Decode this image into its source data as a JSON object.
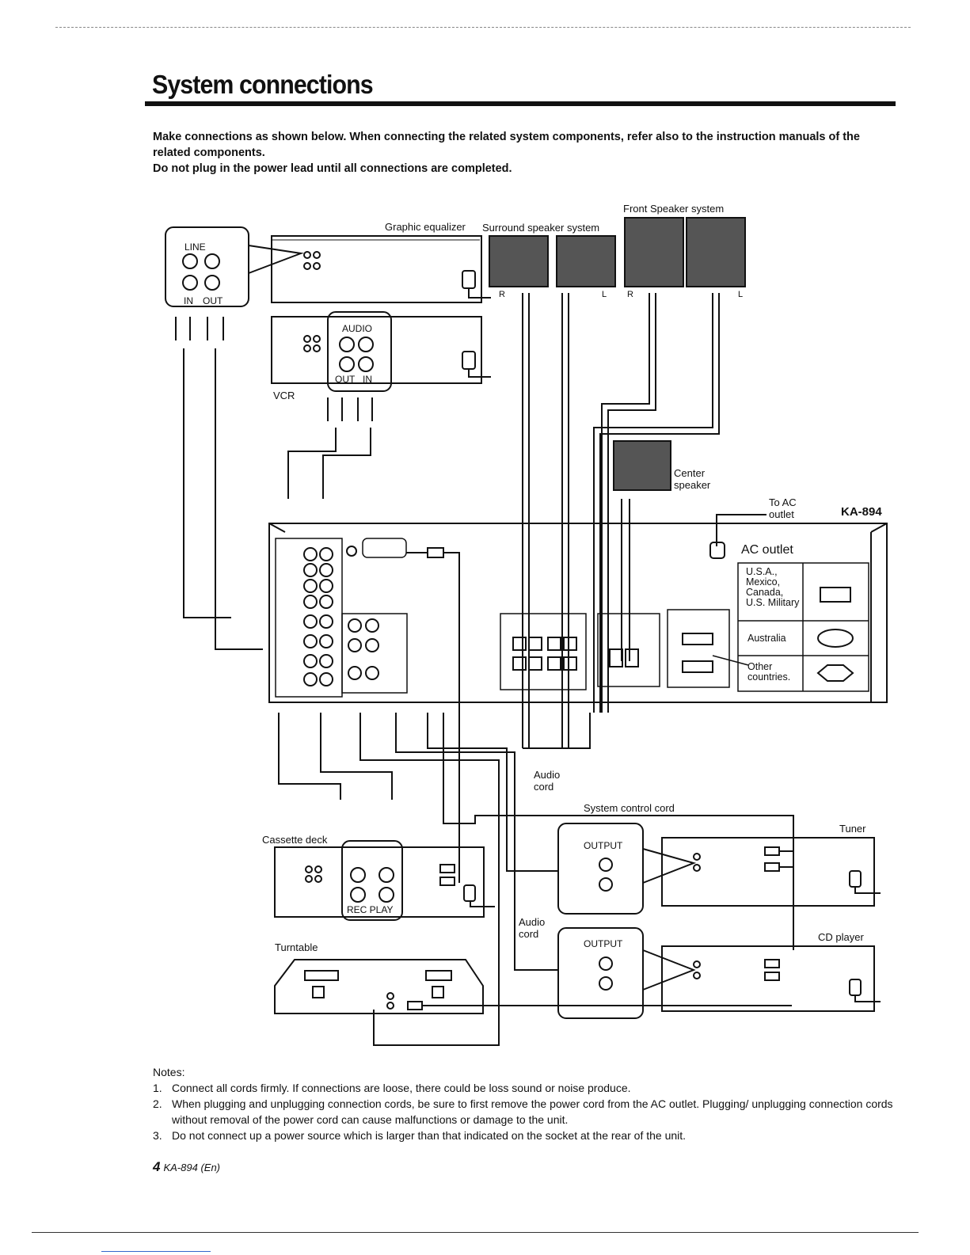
{
  "header": {
    "title": "System connections"
  },
  "intro": {
    "line1": "Make connections as shown below. When connecting the related system components, refer also to the instruction manuals of the related components.",
    "line2": "Do not plug in the power lead until all connections are completed."
  },
  "diagram": {
    "model": "KA-894",
    "labels": {
      "graphic_equalizer": "Graphic equalizer",
      "surround_speaker": "Surround speaker system",
      "front_speaker": "Front Speaker system",
      "line": "LINE",
      "in": "IN",
      "out": "OUT",
      "audio": "AUDIO",
      "vcr": "VCR",
      "center_speaker_1": "Center",
      "center_speaker_2": "speaker",
      "to_ac_1": "To AC",
      "to_ac_2": "outlet",
      "ac_outlet": "AC outlet",
      "audio_cord_1": "Audio",
      "audio_cord_2": "cord",
      "system_control_cord": "System control cord",
      "tuner": "Tuner",
      "cd_player": "CD player",
      "cassette_deck": "Cassette deck",
      "rec_play": "REC PLAY",
      "turntable": "Turntable",
      "output": "OUTPUT",
      "spk_r": "R",
      "spk_l": "L"
    },
    "ac_table": [
      {
        "region": "U.S.A., Mexico, Canada, U.S. Military"
      },
      {
        "region": "Australia"
      },
      {
        "region": "Other countries."
      }
    ]
  },
  "notes": {
    "heading": "Notes:",
    "items": [
      {
        "num": "1.",
        "text": "Connect all cords firmly. If connections are loose, there could be loss sound or noise produce."
      },
      {
        "num": "2.",
        "text": "When plugging and unplugging connection cords, be sure to first remove the power cord from the AC outlet. Plugging/ unplugging connection cords without removal of the power cord can cause malfunctions or damage to the unit."
      },
      {
        "num": "3.",
        "text": "Do not connect up a power source which is larger than that indicated on the socket at the rear of the unit."
      }
    ]
  },
  "footer": {
    "page": "4",
    "doc": "KA-894 (En)"
  }
}
